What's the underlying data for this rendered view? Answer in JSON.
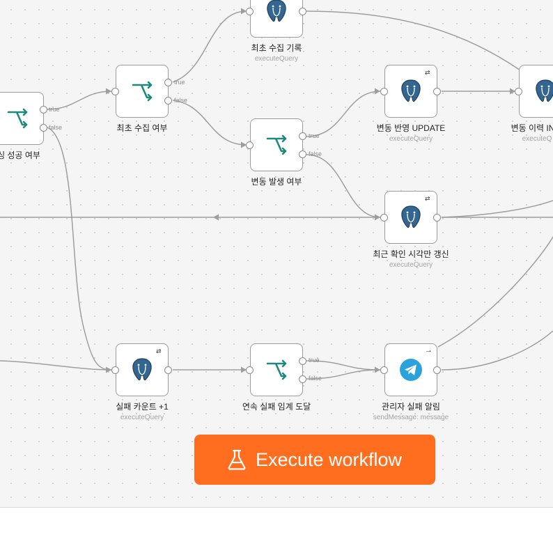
{
  "colors": {
    "canvas_bg": "#f5f5f5",
    "edge": "#9e9e9e",
    "if_icon": "#1b8a7c",
    "telegram": "#2aa3dc",
    "execute_button": "#ff6d1f"
  },
  "nodes": {
    "parse_success": {
      "title": "싱 성공 여부",
      "icon": "if-branch-icon",
      "out_true": "true",
      "out_false": "false"
    },
    "first_collect_if": {
      "title": "최초 수집 여부",
      "icon": "if-branch-icon",
      "out_true": "true",
      "out_false": "false"
    },
    "first_collect_log": {
      "title": "최초 수집 기록",
      "subtitle": "executeQuery",
      "icon": "postgres-icon"
    },
    "change_occurred": {
      "title": "변동 발생 여부",
      "icon": "if-branch-icon",
      "out_true": "true",
      "out_false": "false"
    },
    "change_update": {
      "title": "변동 반영 UPDATE",
      "subtitle": "executeQuery",
      "icon": "postgres-icon"
    },
    "change_history": {
      "title": "변동 이력 IN",
      "subtitle": "executeQ",
      "icon": "postgres-icon"
    },
    "recent_check": {
      "title": "최근 확인 시각만 갱신",
      "subtitle": "executeQuery",
      "icon": "postgres-icon"
    },
    "fail_count": {
      "title": "실패 카운트 +1",
      "subtitle": "executeQuery",
      "icon": "postgres-icon"
    },
    "consecutive_fail": {
      "title": "연속 실패 임계 도달",
      "icon": "if-branch-icon",
      "out_true": "true",
      "out_false": "false"
    },
    "admin_alert": {
      "title": "관리자 실패 알림",
      "subtitle": "sendMessage: message",
      "icon": "telegram-icon"
    }
  },
  "execute_button": {
    "label": "Execute workflow",
    "icon": "flask-icon"
  }
}
